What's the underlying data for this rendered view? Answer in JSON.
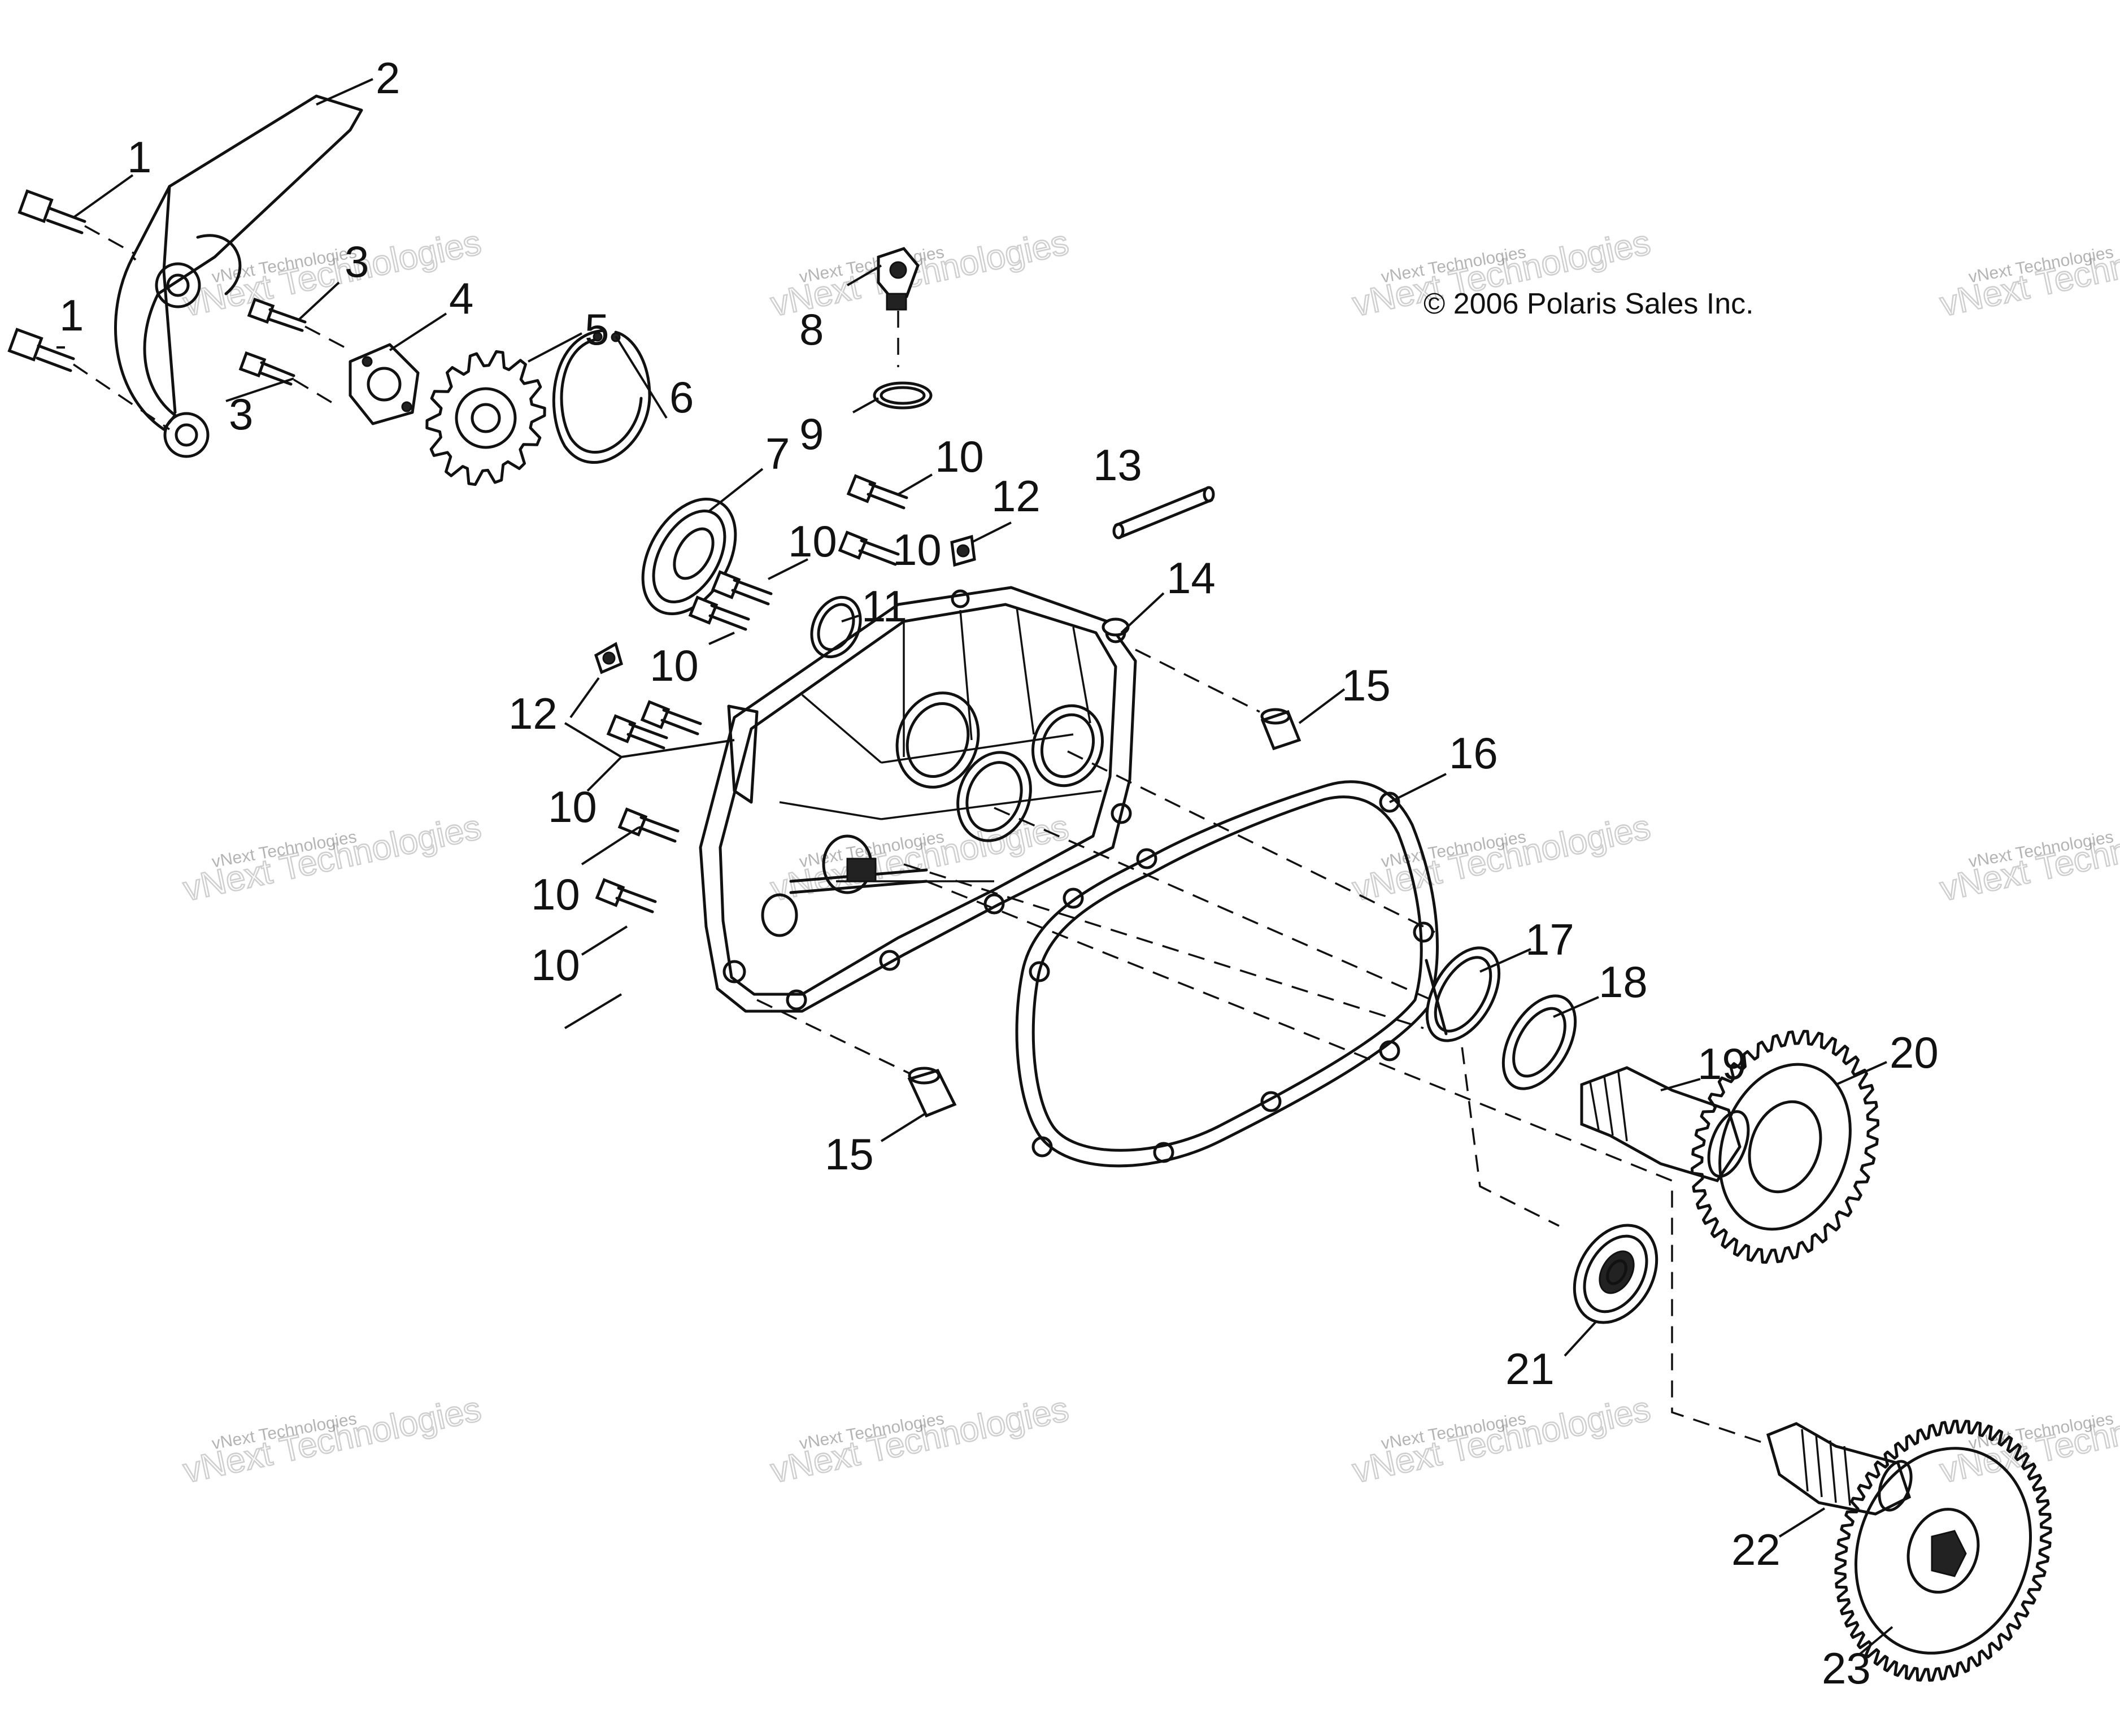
{
  "copyright": "© 2006 Polaris Sales Inc.",
  "watermark": {
    "small": "vNext Technologies",
    "big": "vNext Technologies"
  },
  "callouts": [
    "1",
    "2",
    "3",
    "4",
    "5",
    "6",
    "7",
    "8",
    "9",
    "10",
    "11",
    "12",
    "13",
    "14",
    "15",
    "16",
    "17",
    "18",
    "19",
    "20",
    "21",
    "22",
    "23"
  ]
}
